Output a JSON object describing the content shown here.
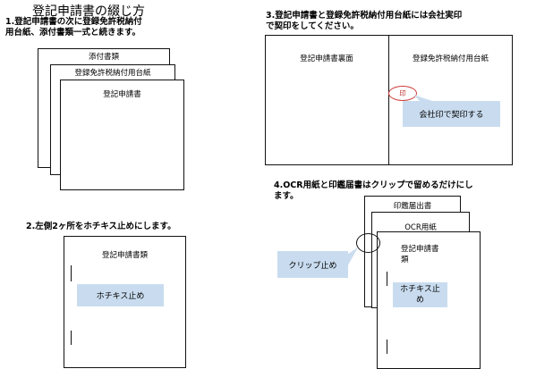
{
  "page_title": "登記申請書の綴じ方",
  "step1": {
    "text_line1": "1.登記申請書の次に登録免許税納付",
    "text_line2": "用台紙、添付書類一式と続きます。",
    "doc_attached": "添付書類",
    "doc_tax_mount": "登録免許税納付用台紙",
    "doc_application": "登記申請書"
  },
  "step2": {
    "text": "2.左側2ヶ所をホチキス止めにします。",
    "doc_label": "登記申請書類",
    "callout": "ホチキス止め"
  },
  "step3": {
    "text_line1": "3.登記申請書と登録免許税納付用台紙には会社実印",
    "text_line2": "で契印をしてください。",
    "left_page": "登記申請書裏面",
    "right_page": "登録免許税納付用台紙",
    "seal_mark": "印",
    "callout": "会社印で契印する"
  },
  "step4": {
    "text_line1": "4.OCR用紙と印鑑届書はクリップで留めるだけにし",
    "text_line2": "ます。",
    "doc_seal_notice": "印鑑届出書",
    "doc_ocr": "OCR用紙",
    "doc_app_line1": "登記申請書",
    "doc_app_line2": "類",
    "callout_clip": "クリップ止め",
    "callout_staple_line1": "ホチキス止",
    "callout_staple_line2": "め"
  }
}
